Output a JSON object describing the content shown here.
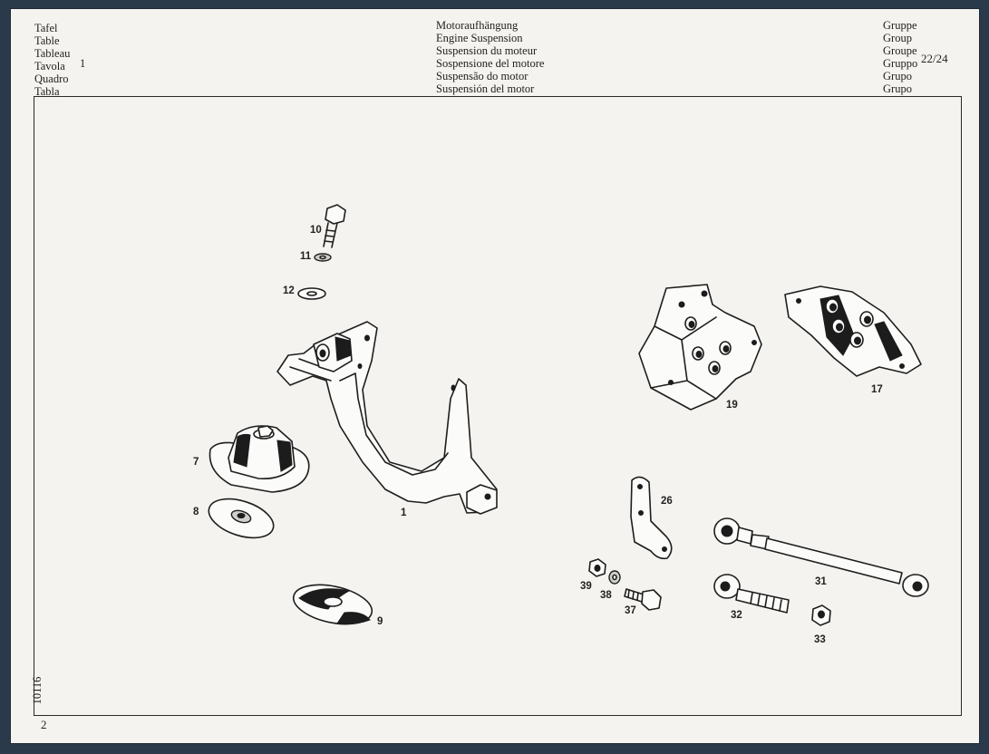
{
  "header": {
    "plate_labels": [
      "Tafel",
      "Table",
      "Tableau",
      "Tavola",
      "Quadro",
      "Tabla"
    ],
    "plate_number": "1",
    "titles": [
      "Motoraufhängung",
      "Engine Suspension",
      "Suspension du moteur",
      "Sospensione del motore",
      "Suspensão do motor",
      "Suspensión del motor"
    ],
    "group_labels": [
      "Gruppe",
      "Group",
      "Groupe",
      "Gruppo",
      "Grupo",
      "Grupo"
    ],
    "group_number": "22/24"
  },
  "footer": {
    "side_id": "10116",
    "page_number": "2"
  },
  "callouts": {
    "c1": "1",
    "c7": "7",
    "c8": "8",
    "c9": "9",
    "c10": "10",
    "c11": "11",
    "c12": "12",
    "c17": "17",
    "c19": "19",
    "c26": "26",
    "c31": "31",
    "c32": "32",
    "c33": "33",
    "c37": "37",
    "c38": "38",
    "c39": "39"
  }
}
